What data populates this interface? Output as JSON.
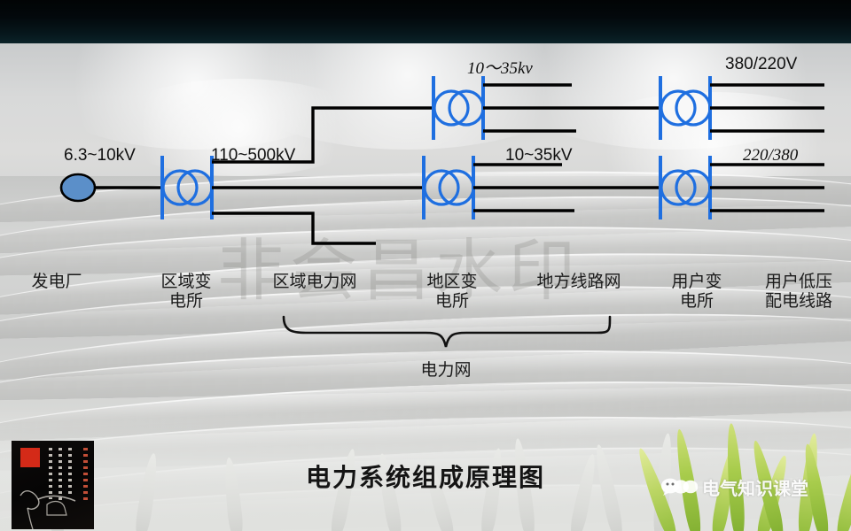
{
  "slide": {
    "title": "电力系统组成原理图",
    "background_watermark": "非会昌水印",
    "topbar_color": "#061218",
    "bus_color": "#1f6fe0",
    "line_color": "#000000",
    "generator_fill": "#5b8fc9"
  },
  "voltages": {
    "generator": "6.3~10kV",
    "regional_bus": "110~500kV",
    "district_upper": "10～35kv",
    "district_lower": "10~35kV",
    "consumer_upper": "380/220V",
    "consumer_lower": "220/380"
  },
  "nodes": [
    {
      "id": "power-plant",
      "label": "发电厂"
    },
    {
      "id": "regional-substation",
      "label": "区域变\n电所"
    },
    {
      "id": "regional-grid",
      "label": "区域电力网"
    },
    {
      "id": "district-substation",
      "label": "地区变\n电所"
    },
    {
      "id": "local-line-network",
      "label": "地方线路网"
    },
    {
      "id": "consumer-substation",
      "label": "用户变\n电所"
    },
    {
      "id": "consumer-lv-line",
      "label": "用户低压\n配电线路"
    }
  ],
  "brace": {
    "label": "电力网"
  },
  "stamp": {
    "name": "chinese-painting-stamp"
  },
  "wechat": {
    "account": "电气知识课堂",
    "icon": "wechat-icon"
  }
}
